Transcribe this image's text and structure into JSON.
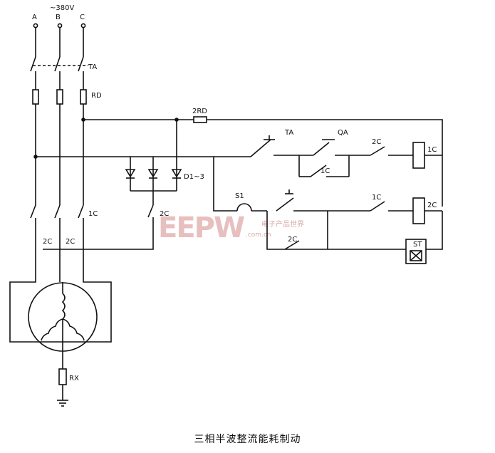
{
  "caption": "三相半波整流能耗制动",
  "supply": {
    "voltage_label": "~380V",
    "phases": [
      "A",
      "B",
      "C"
    ]
  },
  "labels": {
    "main_switch": "TA",
    "fuse": "RD",
    "fuse_2": "2RD",
    "diodes": "D1~3",
    "contactor_1": "1C",
    "contactor_2": "2C",
    "motor_tap": "2C",
    "stop_button": "TA",
    "start_button": "QA",
    "selector": "S1",
    "relay": "ST",
    "resistor": "RX"
  },
  "watermark": {
    "brand": "EEPW",
    "tagline": "电子产品世界",
    "url": ".com.cn"
  }
}
